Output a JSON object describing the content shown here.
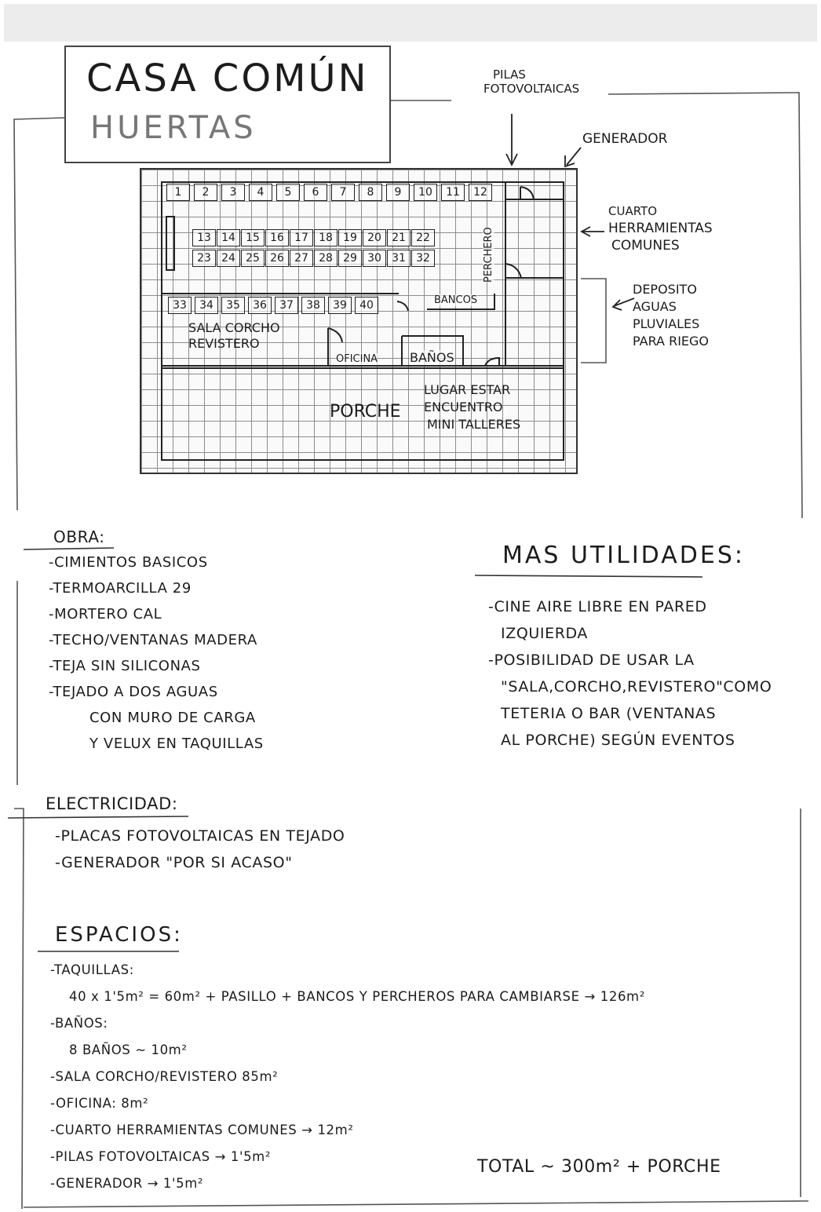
{
  "title": {
    "line1": "CASA COMÚN",
    "line2": "HUERTAS"
  },
  "callouts": {
    "pilas": [
      "PILAS",
      "FOTOVOLTAICAS"
    ],
    "generador": "GENERADOR",
    "cuarto": [
      "CUARTO",
      "HERRAMIENTAS",
      "COMUNES"
    ],
    "deposito": [
      "DEPOSITO",
      "AGUAS",
      "PLUVIALES",
      "PARA RIEGO"
    ]
  },
  "plan": {
    "row1": [
      "1",
      "2",
      "3",
      "4",
      "5",
      "6",
      "7",
      "8",
      "9",
      "10",
      "11",
      "12"
    ],
    "row2": [
      "13",
      "14",
      "15",
      "16",
      "17",
      "18",
      "19",
      "20",
      "21",
      "22"
    ],
    "row3": [
      "23",
      "24",
      "25",
      "26",
      "27",
      "28",
      "29",
      "30",
      "31",
      "32"
    ],
    "row4": [
      "33",
      "34",
      "35",
      "36",
      "37",
      "38",
      "39",
      "40"
    ],
    "percha": "PERCHERO",
    "bancos": "BANCOS",
    "sala": [
      "SALA CORCHO",
      "REVISTERO"
    ],
    "oficina": "OFICINA",
    "banos": "BAÑOS",
    "porche": "PORCHE",
    "lugar": [
      "LUGAR ESTAR",
      "ENCUENTRO",
      "MINI TALLERES"
    ]
  },
  "obra": {
    "heading": "OBRA:",
    "items": [
      "-CIMIENTOS BASICOS",
      "-TERMOARCILLA 29",
      "-MORTERO CAL",
      "-TECHO/VENTANAS MADERA",
      "-TEJA SIN SILICONAS",
      "-TEJADO A DOS AGUAS",
      "CON MURO DE CARGA",
      "Y VELUX EN TAQUILLAS"
    ]
  },
  "utilidades": {
    "heading": "MAS UTILIDADES:",
    "items": [
      "-CINE AIRE LIBRE EN PARED",
      "IZQUIERDA",
      "-POSIBILIDAD DE USAR LA",
      "\"SALA,CORCHO,REVISTERO\"COMO",
      "TETERIA O BAR (VENTANAS",
      "AL PORCHE) SEGÚN EVENTOS"
    ]
  },
  "electricidad": {
    "heading": "ELECTRICIDAD:",
    "items": [
      "-PLACAS FOTOVOLTAICAS EN TEJADO",
      "-GENERADOR \"POR SI ACASO\""
    ]
  },
  "espacios": {
    "heading": "ESPACIOS:",
    "items": [
      "-TAQUILLAS:",
      "40 x 1'5m² = 60m² + PASILLO + BANCOS Y PERCHEROS PARA CAMBIARSE → 126m²",
      "-BAÑOS:",
      "8 BAÑOS ~ 10m²",
      "-SALA CORCHO/REVISTERO 85m²",
      "-OFICINA: 8m²",
      "-CUARTO HERRAMIENTAS COMUNES → 12m²",
      "-PILAS FOTOVOLTAICAS → 1'5m²",
      "-GENERADOR → 1'5m²"
    ],
    "total": "TOTAL ~ 300m² + PORCHE"
  }
}
